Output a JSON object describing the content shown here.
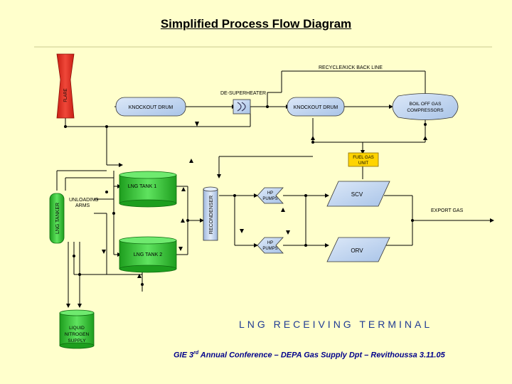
{
  "title": "Simplified Process Flow Diagram",
  "labels": {
    "flare": "FLARE",
    "recycle_line": "RECYCLE/KICK BACK LINE",
    "desuperheater": "DE-SUPERHEATER",
    "knockout_drum_1": "KNOCKOUT DRUM",
    "knockout_drum_2": "KNOCKOUT DRUM",
    "boiloff_line1": "BOIL OFF GAS",
    "boiloff_line2": "COMPRESSORS",
    "fuel_gas_line1": "FUEL GAS",
    "fuel_gas_line2": "UNIT",
    "lng_tank_1": "LNG TANK 1",
    "lng_tank_2": "LNG TANK 2",
    "unloading_line1": "UNLOADING",
    "unloading_line2": "ARMS",
    "lng_tanker": "LNG TANKER",
    "recondenser": "RECONDENSER",
    "hp_pumps_1_line1": "HP",
    "hp_pumps_1_line2": "PUMPS",
    "hp_pumps_2_line1": "HP",
    "hp_pumps_2_line2": "PUMPS",
    "scv": "SCV",
    "orv": "ORV",
    "export_gas": "EXPORT GAS",
    "nitrogen_line1": "LIQUID",
    "nitrogen_line2": "NITROGEN",
    "nitrogen_line3": "SUPPLY"
  },
  "terminal_title": "LNG RECEIVING TERMINAL",
  "footer": {
    "prefix": "GIE 3",
    "superscript": "rd",
    "rest": " Annual Conference – DEPA Gas Supply Dpt – Revithoussa 3.11.05"
  },
  "colors": {
    "background": "#FFFFCC",
    "green": "#33CC33",
    "red": "#E8382B",
    "box": "#C7D9F1",
    "fuel": "#FFD400",
    "line": "#000000",
    "blue_text": "#1F3A93"
  }
}
